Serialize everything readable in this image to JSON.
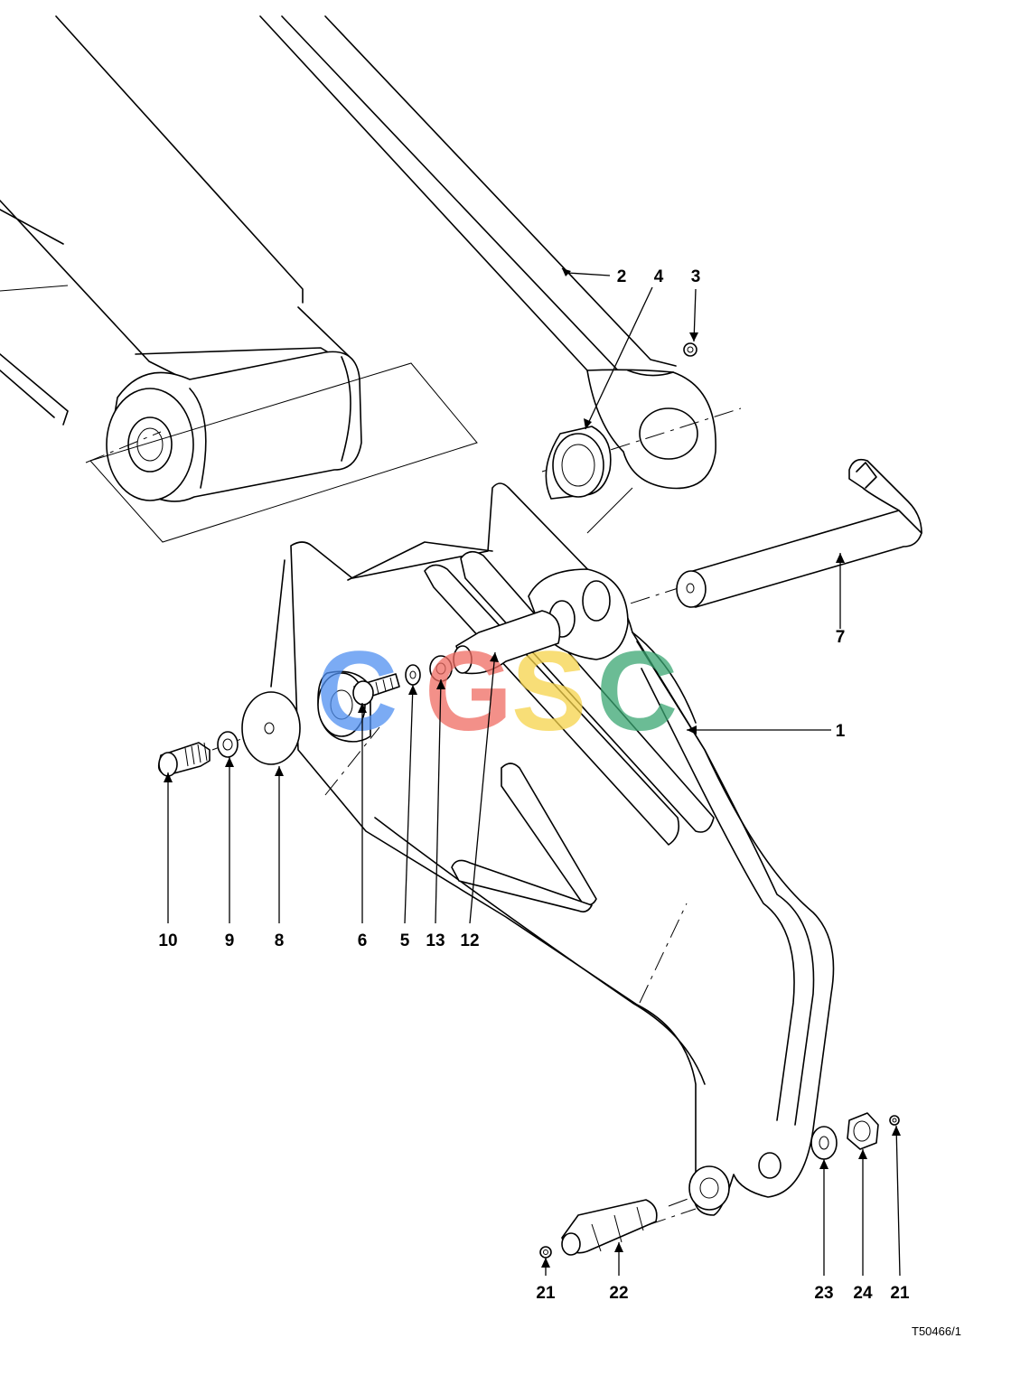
{
  "figure": {
    "reference_code": "T50466/1",
    "watermark": {
      "letters": [
        {
          "char": "C",
          "color": "#4f8ff0"
        },
        {
          "char": "G",
          "color": "#ef6b62"
        },
        {
          "char": "S",
          "color": "#f6d34a"
        },
        {
          "char": "C",
          "color": "#3aa672"
        }
      ],
      "opacity": 0.75
    },
    "callouts": [
      {
        "id": "c1",
        "label": "1"
      },
      {
        "id": "c2",
        "label": "2"
      },
      {
        "id": "c3",
        "label": "3"
      },
      {
        "id": "c4",
        "label": "4"
      },
      {
        "id": "c5",
        "label": "5"
      },
      {
        "id": "c6",
        "label": "6"
      },
      {
        "id": "c7",
        "label": "7"
      },
      {
        "id": "c8",
        "label": "8"
      },
      {
        "id": "c9",
        "label": "9"
      },
      {
        "id": "c10",
        "label": "10"
      },
      {
        "id": "c12",
        "label": "12"
      },
      {
        "id": "c13",
        "label": "13"
      },
      {
        "id": "c21a",
        "label": "21"
      },
      {
        "id": "c21b",
        "label": "21"
      },
      {
        "id": "c22",
        "label": "22"
      },
      {
        "id": "c23",
        "label": "23"
      },
      {
        "id": "c24",
        "label": "24"
      }
    ]
  }
}
